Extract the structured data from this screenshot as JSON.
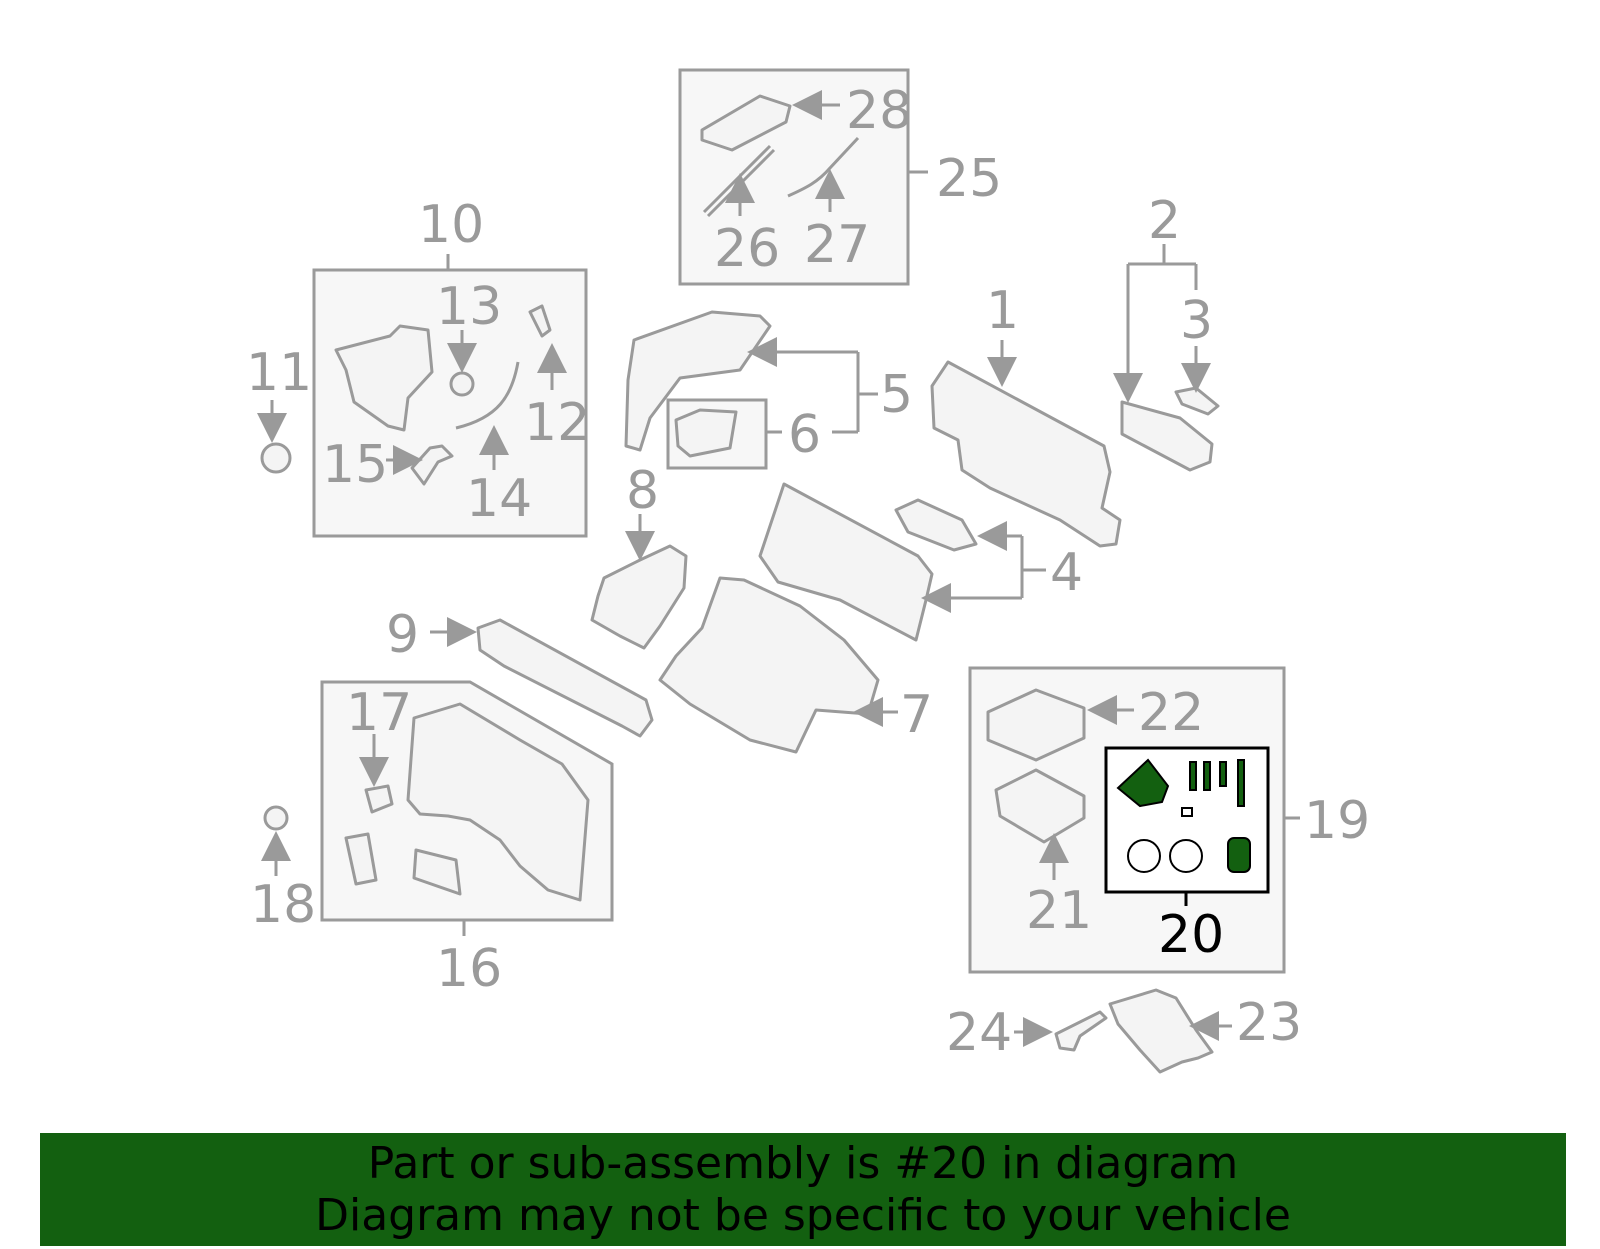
{
  "diagram": {
    "callouts": {
      "c1": "1",
      "c2": "2",
      "c3": "3",
      "c4": "4",
      "c5": "5",
      "c6": "6",
      "c7": "7",
      "c8": "8",
      "c9": "9",
      "c10": "10",
      "c11": "11",
      "c12": "12",
      "c13": "13",
      "c14": "14",
      "c15": "15",
      "c16": "16",
      "c17": "17",
      "c18": "18",
      "c19": "19",
      "c20": "20",
      "c21": "21",
      "c22": "22",
      "c23": "23",
      "c24": "24",
      "c25": "25",
      "c26": "26",
      "c27": "27",
      "c28": "28"
    },
    "highlighted_part": "20"
  },
  "banner": {
    "line1": "Part or sub-assembly is #20 in diagram",
    "line2": "Diagram may not be specific to your vehicle"
  },
  "colors": {
    "line": "#9a9a9a",
    "highlight_fill": "#136010",
    "banner_bg": "#136010"
  }
}
